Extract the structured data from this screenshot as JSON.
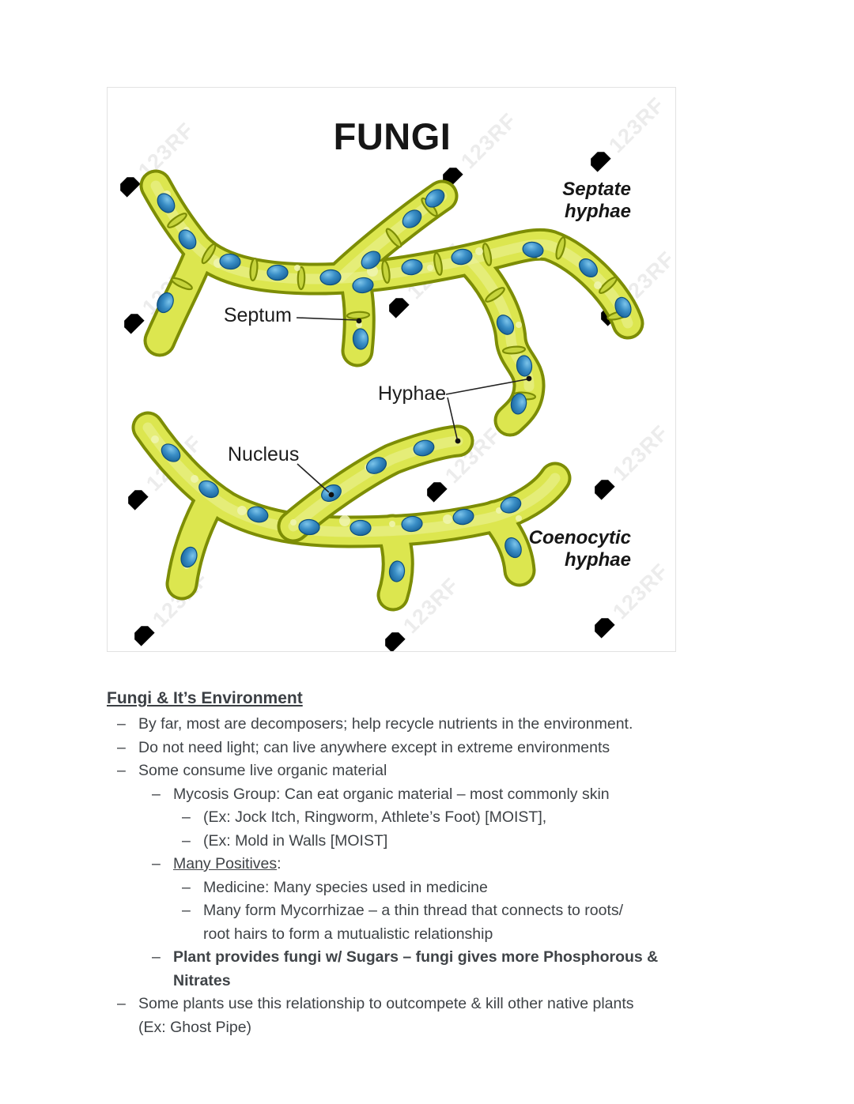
{
  "figure": {
    "title": "FUNGI",
    "labels": {
      "septate_1": "Septate",
      "septate_2": "hyphae",
      "coenocytic_1": "Coenocytic",
      "coenocytic_2": "hyphae",
      "septum": "Septum",
      "hyphae": "Hyphae",
      "nucleus": "Nucleus"
    },
    "watermark": "123RF",
    "colors": {
      "hypha_fill": "#dce64f",
      "hypha_outline": "#7d8d05",
      "nucleus_blue": "#2474ad",
      "watermark_gray": "#ececec"
    }
  },
  "notes": {
    "heading": "Fungi & It’s Environment",
    "marker": "–",
    "items": [
      {
        "level": 1,
        "lines": [
          "By far, most are decomposers; help recycle nutrients in the environment."
        ]
      },
      {
        "level": 1,
        "lines": [
          "Do not need light; can live anywhere except in extreme environments"
        ]
      },
      {
        "level": 1,
        "lines": [
          "Some consume live organic material"
        ]
      },
      {
        "level": 2,
        "lines": [
          "Mycosis Group: Can eat organic material – most commonly skin"
        ]
      },
      {
        "level": 3,
        "lines": [
          "(Ex: Jock Itch, Ringworm, Athlete’s Foot) [MOIST],"
        ]
      },
      {
        "level": 3,
        "lines": [
          "(Ex: Mold in Walls [MOIST]"
        ]
      },
      {
        "level": 2,
        "lines": [
          "Many Positives:"
        ],
        "underline": "Many Positives"
      },
      {
        "level": 3,
        "lines": [
          "Medicine: Many species used in medicine"
        ]
      },
      {
        "level": 3,
        "lines": [
          "Many form Mycorrhizae – a thin thread that connects to roots/",
          "root hairs to form a mutualistic relationship"
        ]
      },
      {
        "level": 2,
        "lines": [
          "Plant provides fungi w/ Sugars – fungi gives more Phosphorous &",
          "Nitrates"
        ],
        "bold": true
      },
      {
        "level": 1,
        "lines": [
          "Some plants use this relationship to outcompete & kill other native plants",
          "(Ex: Ghost Pipe)"
        ]
      }
    ]
  }
}
